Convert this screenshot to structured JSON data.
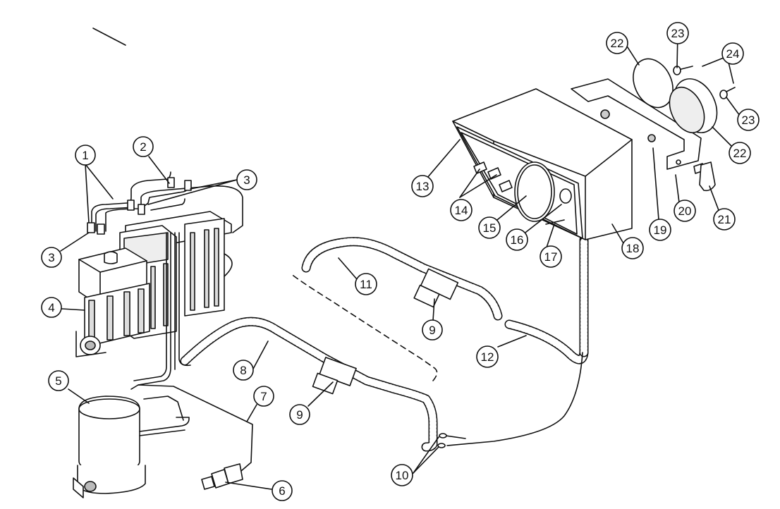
{
  "diagram": {
    "callouts": [
      {
        "id": "c1",
        "label": "1"
      },
      {
        "id": "c2",
        "label": "2"
      },
      {
        "id": "c3a",
        "label": "3"
      },
      {
        "id": "c3b",
        "label": "3"
      },
      {
        "id": "c4",
        "label": "4"
      },
      {
        "id": "c5",
        "label": "5"
      },
      {
        "id": "c6",
        "label": "6"
      },
      {
        "id": "c7",
        "label": "7"
      },
      {
        "id": "c8",
        "label": "8"
      },
      {
        "id": "c9a",
        "label": "9"
      },
      {
        "id": "c9b",
        "label": "9"
      },
      {
        "id": "c10",
        "label": "10"
      },
      {
        "id": "c11",
        "label": "11"
      },
      {
        "id": "c12",
        "label": "12"
      },
      {
        "id": "c13",
        "label": "13"
      },
      {
        "id": "c14",
        "label": "14"
      },
      {
        "id": "c15",
        "label": "15"
      },
      {
        "id": "c16",
        "label": "16"
      },
      {
        "id": "c17",
        "label": "17"
      },
      {
        "id": "c18",
        "label": "18"
      },
      {
        "id": "c19",
        "label": "19"
      },
      {
        "id": "c20",
        "label": "20"
      },
      {
        "id": "c21",
        "label": "21"
      },
      {
        "id": "c22a",
        "label": "22"
      },
      {
        "id": "c22b",
        "label": "22"
      },
      {
        "id": "c23a",
        "label": "23"
      },
      {
        "id": "c23b",
        "label": "23"
      },
      {
        "id": "c24",
        "label": "24"
      }
    ],
    "colors": {
      "line": "#111111",
      "paper": "#ffffff",
      "shade": "#d9d9d9"
    }
  }
}
